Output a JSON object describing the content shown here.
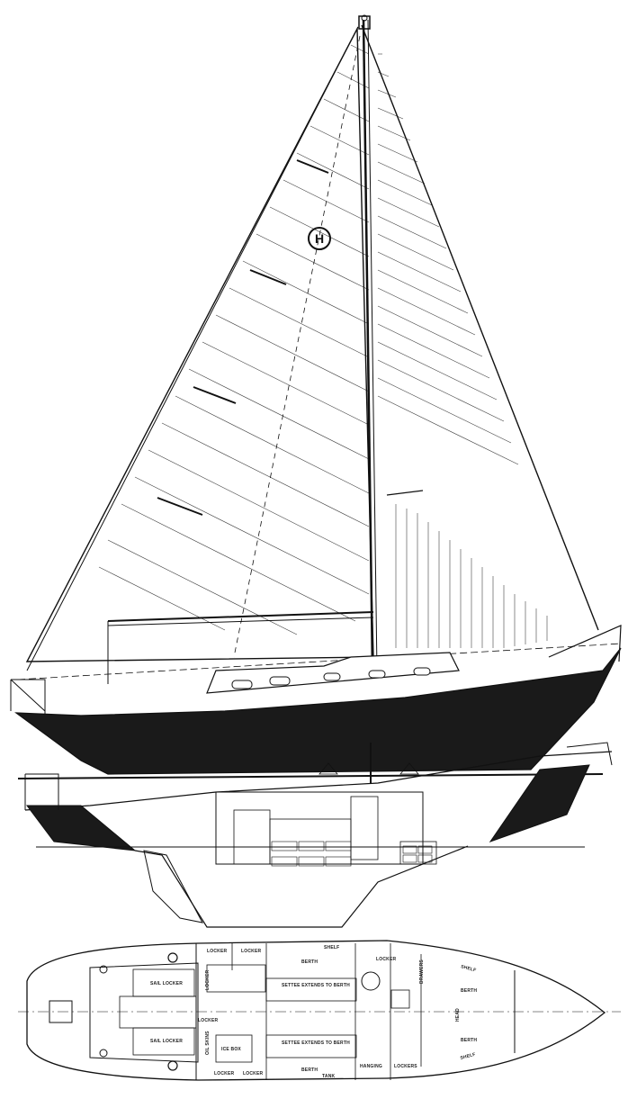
{
  "drawing": {
    "title": "Sailboat sail plan, inboard profile and accommodation plan",
    "sail_insignia": "H",
    "colors": {
      "ink": "#111111",
      "hull": "#1a1a1a",
      "paper": "#ffffff"
    },
    "views": [
      "sail-plan",
      "inboard-profile",
      "accommodation-plan"
    ]
  },
  "labels": {
    "sail_locker": "SAIL LOCKER",
    "sail_locker_2": "SAIL LOCKER",
    "locker_1": "LOCKER",
    "locker_2": "LOCKER",
    "locker_3": "LOCKER",
    "locker_4": "LOCKER",
    "locker_5": "LOCKER",
    "locker_6": "LOCKER",
    "locker_vertical": "LOCKER",
    "locker_fwd": "LOCKER",
    "lockers_fwd": "LOCKERS",
    "ice_box": "ICE BOX",
    "oil_skins": "OIL SKINS",
    "berth_1": "BERTH",
    "berth_2": "BERTH",
    "berth_fwd_1": "BERTH",
    "berth_fwd_2": "BERTH",
    "settee_1": "SETTEE EXTENDS TO BERTH",
    "settee_2": "SETTEE EXTENDS TO BERTH",
    "hanging": "HANGING",
    "drawers": "DRAWERS",
    "shelf_1": "SHELF",
    "shelf_2": "SHELF",
    "shelf_3": "SHELF",
    "tank": "TANK",
    "head": "HEAD"
  }
}
